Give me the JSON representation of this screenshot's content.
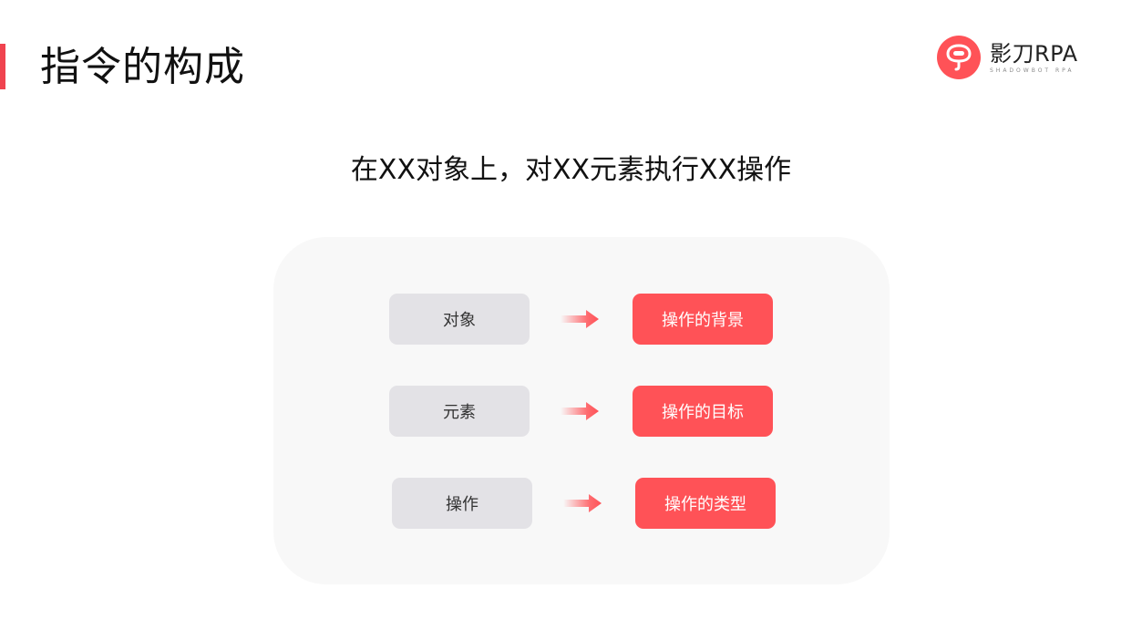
{
  "header": {
    "title": "指令的构成",
    "accent_color": "#f0434f"
  },
  "logo": {
    "icon": "shadowbot-logo-icon",
    "name": "影刀RPA",
    "subtitle": "SHADOWBOT RPA",
    "color": "#ff5257"
  },
  "main": {
    "subtitle": "在XX对象上，对XX元素执行XX操作",
    "rows": [
      {
        "term": "对象",
        "meaning": "操作的背景"
      },
      {
        "term": "元素",
        "meaning": "操作的目标"
      },
      {
        "term": "操作",
        "meaning": "操作的类型"
      }
    ],
    "arrow_icon": "arrow-right-icon",
    "colors": {
      "term_box": "#e3e2e6",
      "meaning_box": "#ff5257",
      "panel": "#f8f8f8"
    }
  }
}
